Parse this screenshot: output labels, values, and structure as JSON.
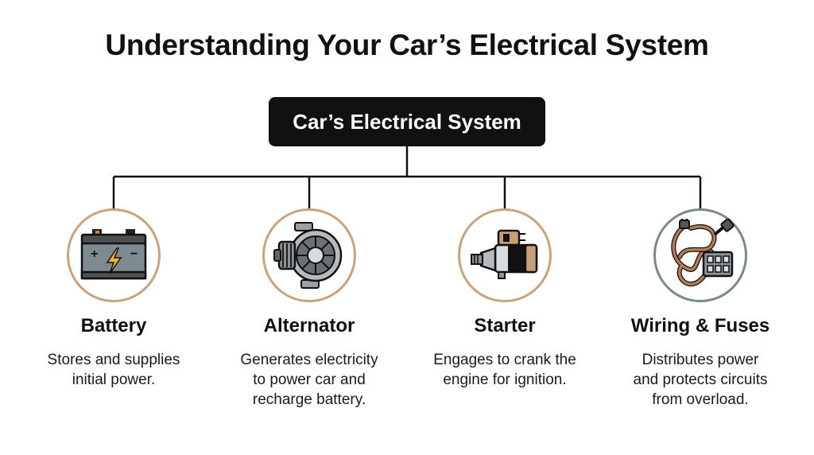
{
  "title": "Understanding Your Car’s Electrical System",
  "root": {
    "label": "Car’s Electrical System"
  },
  "nodes": [
    {
      "title": "Battery",
      "desc_lines": [
        "Stores and supplies",
        "initial power."
      ],
      "icon": "car-battery-icon",
      "ring_color": "#c9a27e"
    },
    {
      "title": "Alternator",
      "desc_lines": [
        "Generates electricity",
        "to power car and",
        "recharge battery."
      ],
      "icon": "alternator-icon",
      "ring_color": "#c9a27e"
    },
    {
      "title": "Starter",
      "desc_lines": [
        "Engages to crank the",
        "engine for ignition."
      ],
      "icon": "starter-motor-icon",
      "ring_color": "#c9a27e"
    },
    {
      "title": "Wiring & Fuses",
      "desc_lines": [
        "Distributes power",
        "and protects circuits",
        "from overload."
      ],
      "icon": "wiring-fuse-box-icon",
      "ring_color": "#7a8a8c"
    }
  ]
}
